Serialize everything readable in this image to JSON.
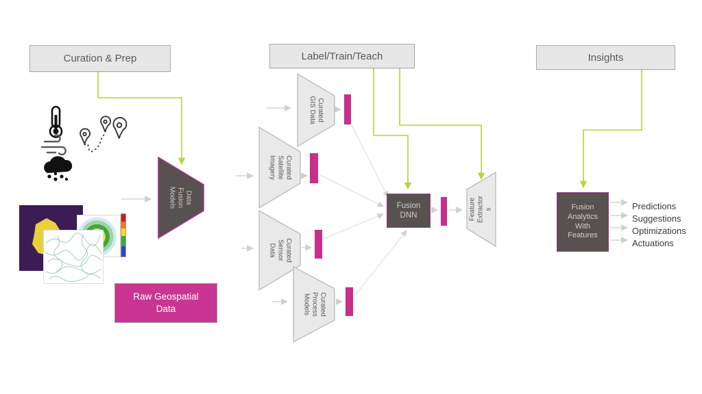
{
  "headers": {
    "curation_prep": "Curation & Prep",
    "label_train_teach": "Label/Train/Teach",
    "insights": "Insights"
  },
  "raw_data_box": {
    "lines": [
      "Raw Geospatial",
      "Data"
    ]
  },
  "funnels": {
    "data_fusion_models": {
      "lines": [
        "Data",
        "Fusion",
        "Models"
      ]
    },
    "curated_gis": {
      "lines": [
        "Curated",
        "GIS Data"
      ]
    },
    "curated_satellite": {
      "lines": [
        "Curated",
        "Satellite",
        "Imagery"
      ]
    },
    "curated_sensor": {
      "lines": [
        "Curated",
        "Sensor",
        "Data"
      ]
    },
    "curated_process": {
      "lines": [
        "Curated",
        "Process",
        "Models"
      ]
    },
    "feature_extractors": {
      "lines": [
        "Feature",
        "Extractor",
        "s"
      ]
    }
  },
  "nodes": {
    "fusion_dnn": {
      "lines": [
        "Fusion",
        "DNN"
      ]
    },
    "fusion_analytics": {
      "lines": [
        "Fusion",
        "Analytics",
        "With",
        "Features"
      ]
    }
  },
  "outputs": [
    "Predictions",
    "Suggestions",
    "Optimizations",
    "Actuations"
  ],
  "icons": [
    "thermometer-icon",
    "wind-icon",
    "rain-cloud-icon",
    "route-pins-icon"
  ],
  "colors": {
    "connector_green": "#b7d437",
    "magenta": "#c72f8b",
    "dark_node_fill": "#57514f",
    "node_border_magenta": "#a2348e",
    "light_shape_fill": "#e9e9e9",
    "header_fill": "#e7e7e7",
    "gray_connector": "#d6d6d6"
  }
}
